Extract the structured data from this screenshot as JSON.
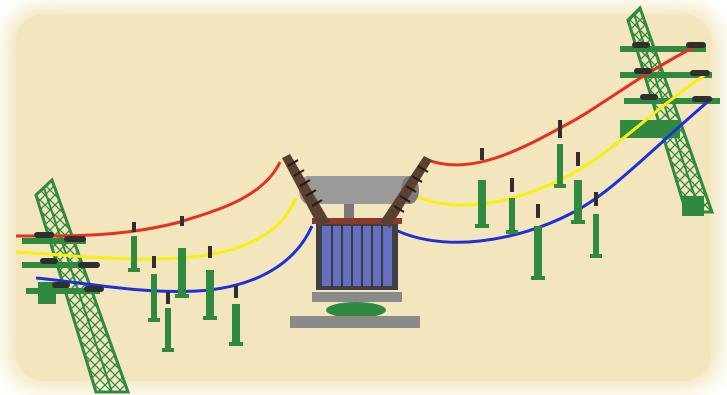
{
  "scene": {
    "subject": "power-distribution-substation",
    "background_color": "#f3e6bc",
    "tower_color": "#2f8a3f",
    "insulator_color": "#2f2f2f",
    "lines": [
      {
        "phase": "red",
        "color": "#e53024"
      },
      {
        "phase": "yellow",
        "color": "#f6ef10"
      },
      {
        "phase": "blue",
        "color": "#2030d8"
      }
    ],
    "transformer": {
      "tank_color": "#9a9a9a",
      "core_color": "#6670c0",
      "base_color": "#8a8a8a"
    },
    "pole_count_left": 6,
    "pole_count_right": 6
  }
}
